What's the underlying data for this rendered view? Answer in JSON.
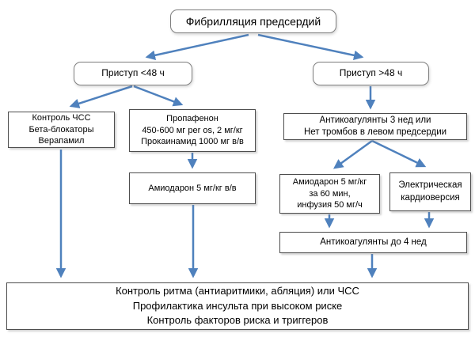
{
  "diagram": {
    "accent_color": "#4f81bd",
    "nodes": {
      "root": {
        "lines": [
          "Фибрилляция предсердий"
        ]
      },
      "onset_lt48": {
        "lines": [
          "Приступ <48 ч"
        ]
      },
      "onset_gt48": {
        "lines": [
          "Приступ >48 ч"
        ]
      },
      "rate_control": {
        "lines": [
          "Контроль ЧСС",
          "Бета-блокаторы",
          "Верапамил"
        ]
      },
      "propafenone": {
        "lines": [
          "Пропафенон",
          "450-600 мг per os, 2 мг/кг",
          "Прокаинамид 1000 мг в/в"
        ]
      },
      "anticoag_3wk": {
        "lines": [
          "Антикоагулянты 3 нед или",
          "Нет тромбов в левом предсердии"
        ]
      },
      "amiodarone_iv": {
        "lines": [
          "Амиодарон 5 мг/кг в/в"
        ]
      },
      "amiodarone_infusion": {
        "lines": [
          "Амиодарон 5 мг/кг",
          "за 60 мин,",
          "инфузия 50 мг/ч"
        ]
      },
      "cardioversion": {
        "lines": [
          "Электрическая",
          "кардиоверсия"
        ]
      },
      "anticoag_4wk": {
        "lines": [
          "Антикоагулянты до 4 нед"
        ]
      },
      "outcome": {
        "lines": [
          "Контроль ритма (антиаритмики, абляция) или ЧСС",
          "Профилактика инсульта при высоком риске",
          "Контроль факторов риска и триггеров"
        ]
      }
    },
    "edges": [
      {
        "from": "root",
        "to": "onset_lt48"
      },
      {
        "from": "root",
        "to": "onset_gt48"
      },
      {
        "from": "onset_lt48",
        "to": "rate_control"
      },
      {
        "from": "onset_lt48",
        "to": "propafenone"
      },
      {
        "from": "onset_gt48",
        "to": "anticoag_3wk"
      },
      {
        "from": "rate_control",
        "to": "outcome"
      },
      {
        "from": "propafenone",
        "to": "amiodarone_iv"
      },
      {
        "from": "amiodarone_iv",
        "to": "outcome"
      },
      {
        "from": "anticoag_3wk",
        "to": "amiodarone_infusion"
      },
      {
        "from": "anticoag_3wk",
        "to": "cardioversion"
      },
      {
        "from": "amiodarone_infusion",
        "to": "anticoag_4wk"
      },
      {
        "from": "cardioversion",
        "to": "anticoag_4wk"
      },
      {
        "from": "anticoag_4wk",
        "to": "outcome"
      }
    ]
  }
}
